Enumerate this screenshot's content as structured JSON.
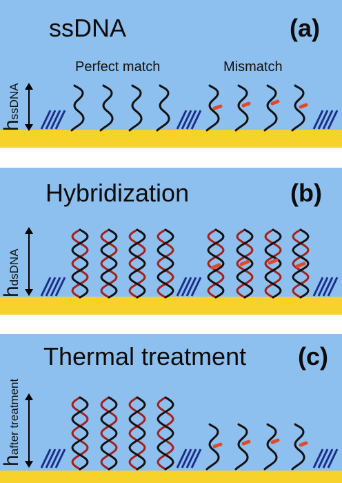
{
  "panels": [
    {
      "title": "ssDNA",
      "tag": "(a)",
      "height_label_main": "h",
      "height_label_sub": "ssDNA",
      "group_labels": [
        "Perfect match",
        "Mismatch"
      ]
    },
    {
      "title": "Hybridization",
      "tag": "(b)",
      "height_label_main": "h",
      "height_label_sub": "dsDNA"
    },
    {
      "title": "Thermal treatment",
      "tag": "(c)",
      "height_label_main": "h",
      "height_label_sub": "after treatment"
    }
  ],
  "colors": {
    "background": "#8ec0ef",
    "substrate": "#f7d22b",
    "ssdna_strand": "#111111",
    "complementary_strand": "#a51f1b",
    "mismatch_marker": "#e04a2b",
    "surface_hatch": "#1b2f8a"
  }
}
